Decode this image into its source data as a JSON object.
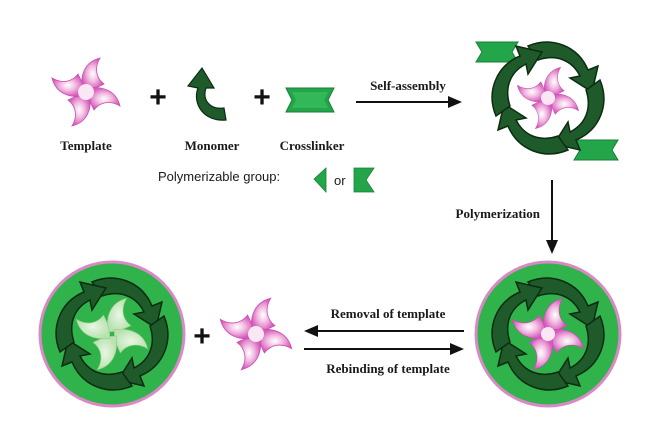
{
  "labels": {
    "template": "Template",
    "monomer": "Monomer",
    "crosslinker": "Crosslinker",
    "self_assembly": "Self-assembly",
    "polymerization": "Polymerization",
    "removal": "Removal of template",
    "rebinding": "Rebinding of template",
    "polymerizable_group": "Polymerizable group:",
    "or": "or",
    "plus": "+"
  },
  "colors": {
    "template_pink": "#d760bd",
    "template_light": "#f6d2ec",
    "monomer_dark": "#1f5a2a",
    "monomer_outline": "#0c2c12",
    "crosslinker_green": "#23a64a",
    "polymer_green": "#2fb34a",
    "polymer_rim": "#d98ac6",
    "cavity_fill": "#c8e9c0",
    "arrow_black": "#111111"
  }
}
